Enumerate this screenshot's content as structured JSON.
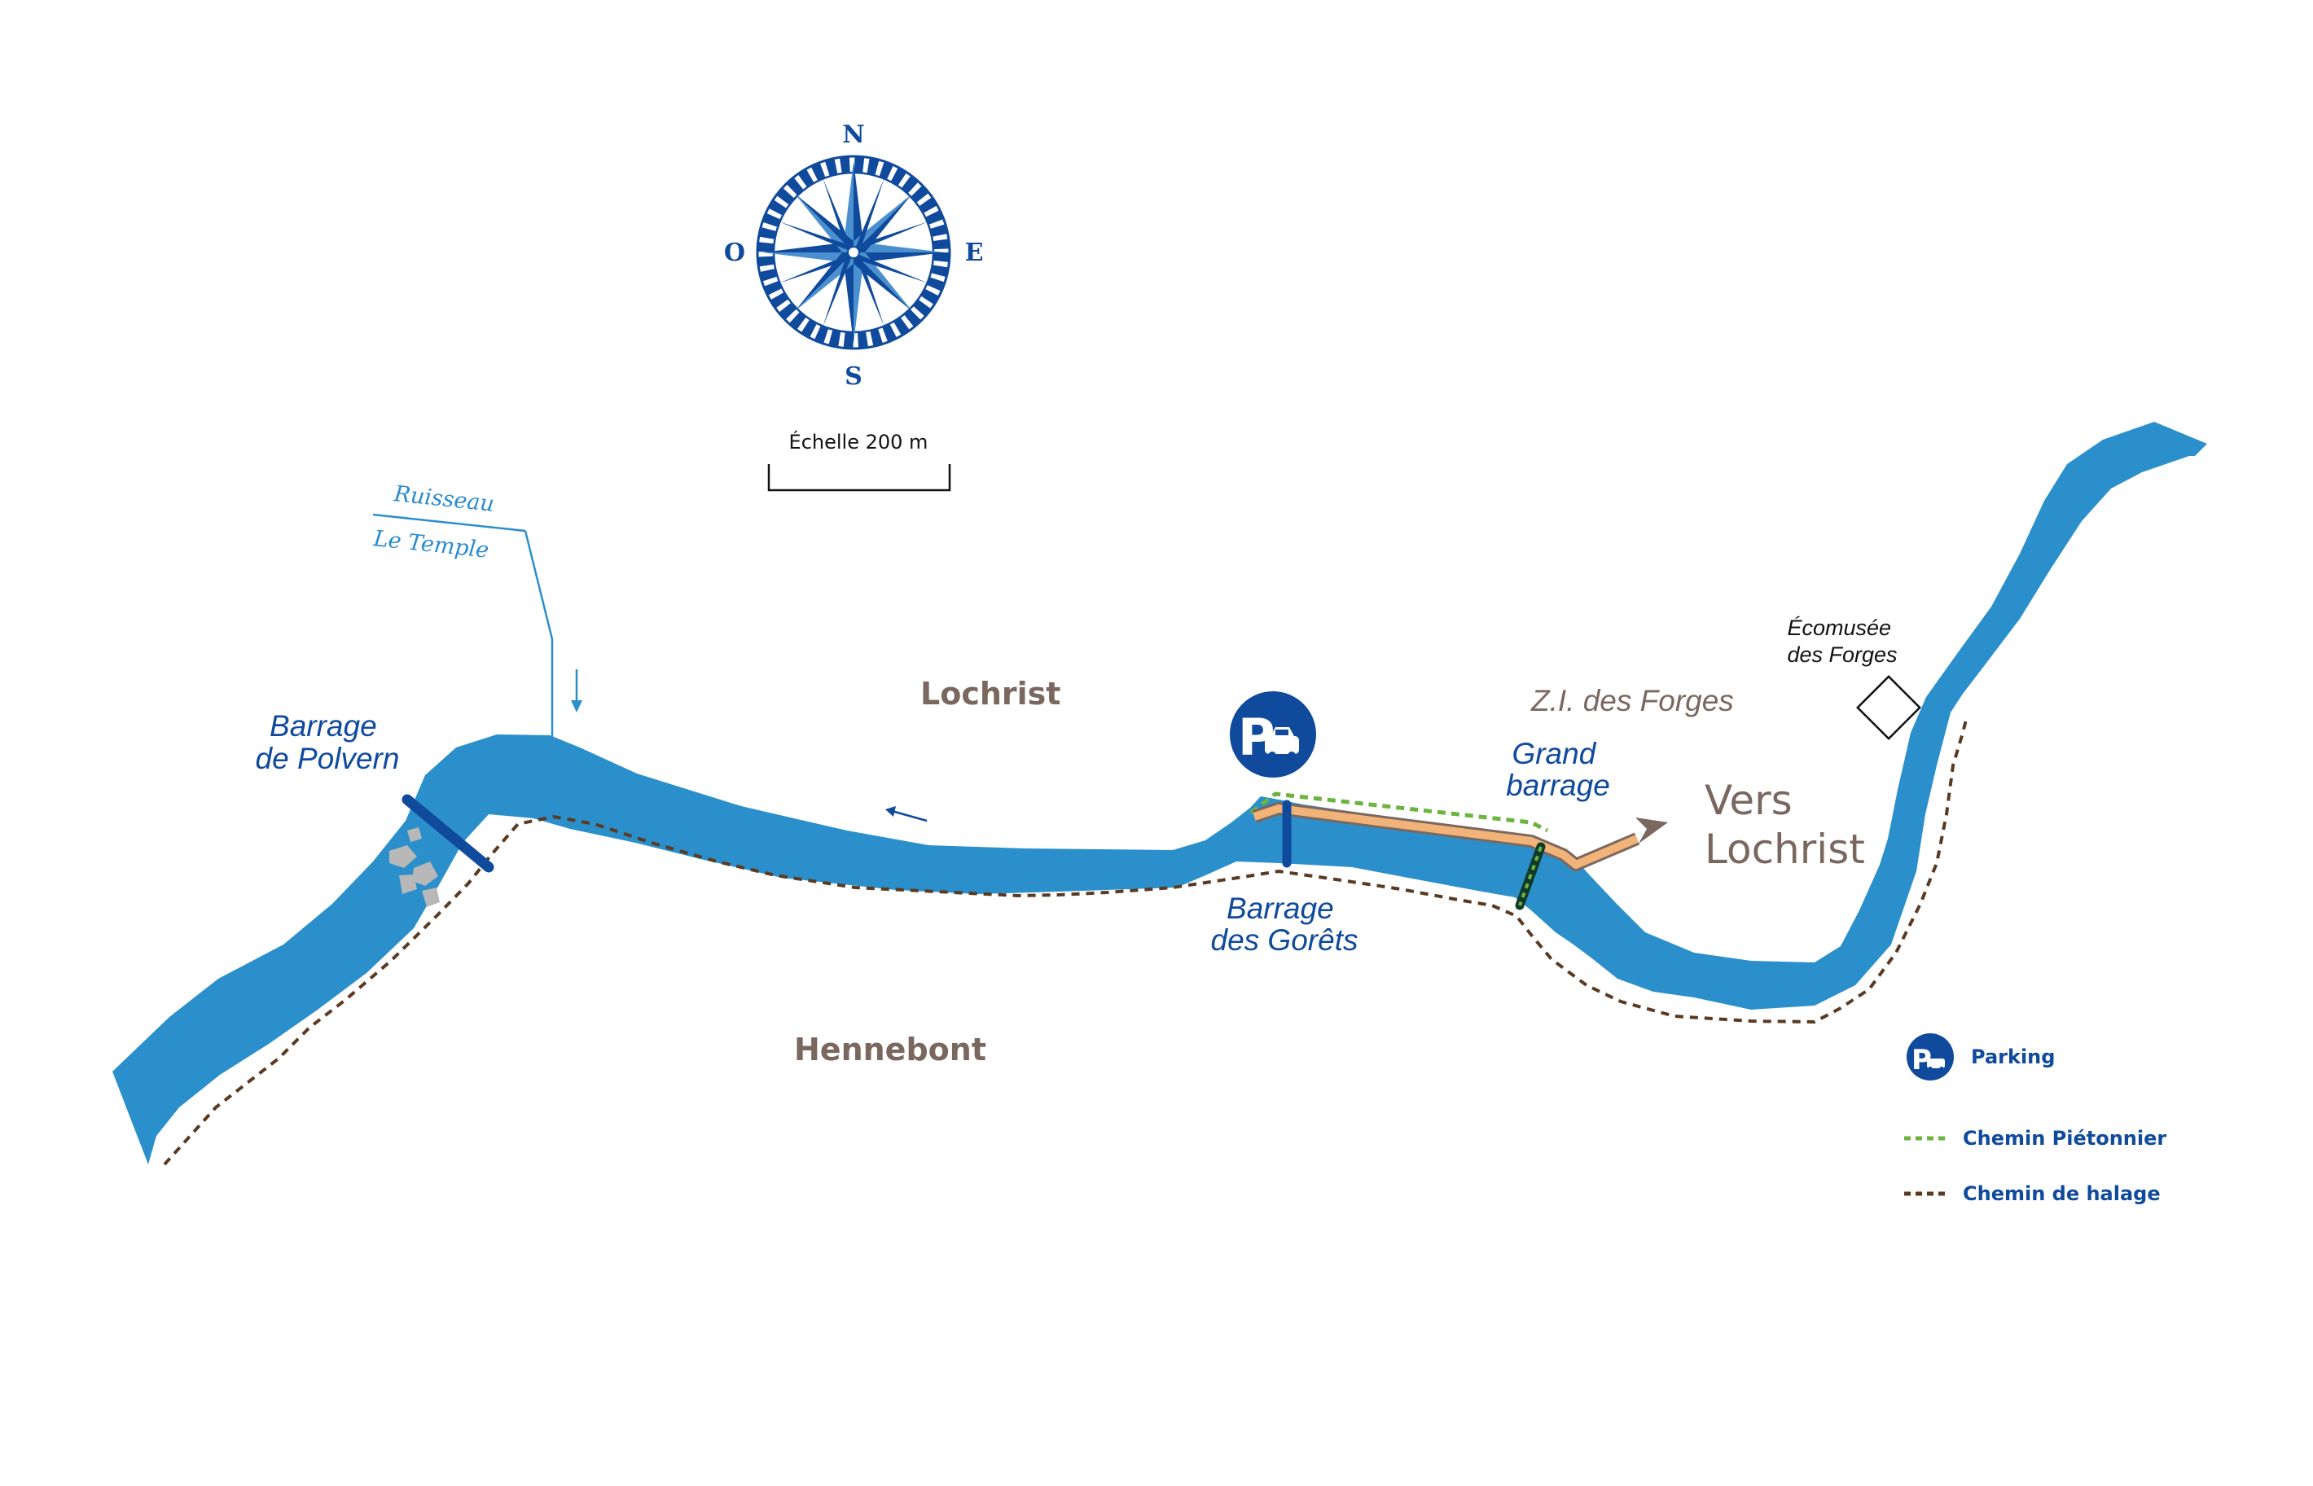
{
  "map": {
    "towns": {
      "north": "Lochrist",
      "south": "Hennebont"
    },
    "dams": {
      "polvern": [
        "Barrage",
        "de Polvern"
      ],
      "gorets": [
        "Barrage",
        "des Gorêts"
      ],
      "grand": [
        "Grand",
        "barrage"
      ]
    },
    "stream": [
      "Ruisseau",
      "Le Temple"
    ],
    "industrial_zone": "Z.I. des Forges",
    "ecomusee": [
      "Écomusée",
      "des Forges"
    ],
    "direction": [
      "Vers",
      "Lochrist"
    ],
    "scale_label": "Échelle 200 m",
    "compass": {
      "n": "N",
      "s": "S",
      "e": "E",
      "w": "O"
    }
  },
  "legend": {
    "parking": "Parking",
    "pedestrian": "Chemin Piétonnier",
    "towpath": "Chemin de halage"
  },
  "colors": {
    "river": "#2a8fcb",
    "dam": "#0f4a9c",
    "towpath": "#5a3a22",
    "pedestrian": "#6cb33f",
    "route": "#f2b379",
    "route_outline": "#7a6860",
    "label_blue": "#0f4a9c",
    "label_brown": "#7a6860"
  },
  "icons": {
    "parking": "parking-car-icon",
    "compass": "compass-rose-icon",
    "museum": "museum-building-icon"
  }
}
